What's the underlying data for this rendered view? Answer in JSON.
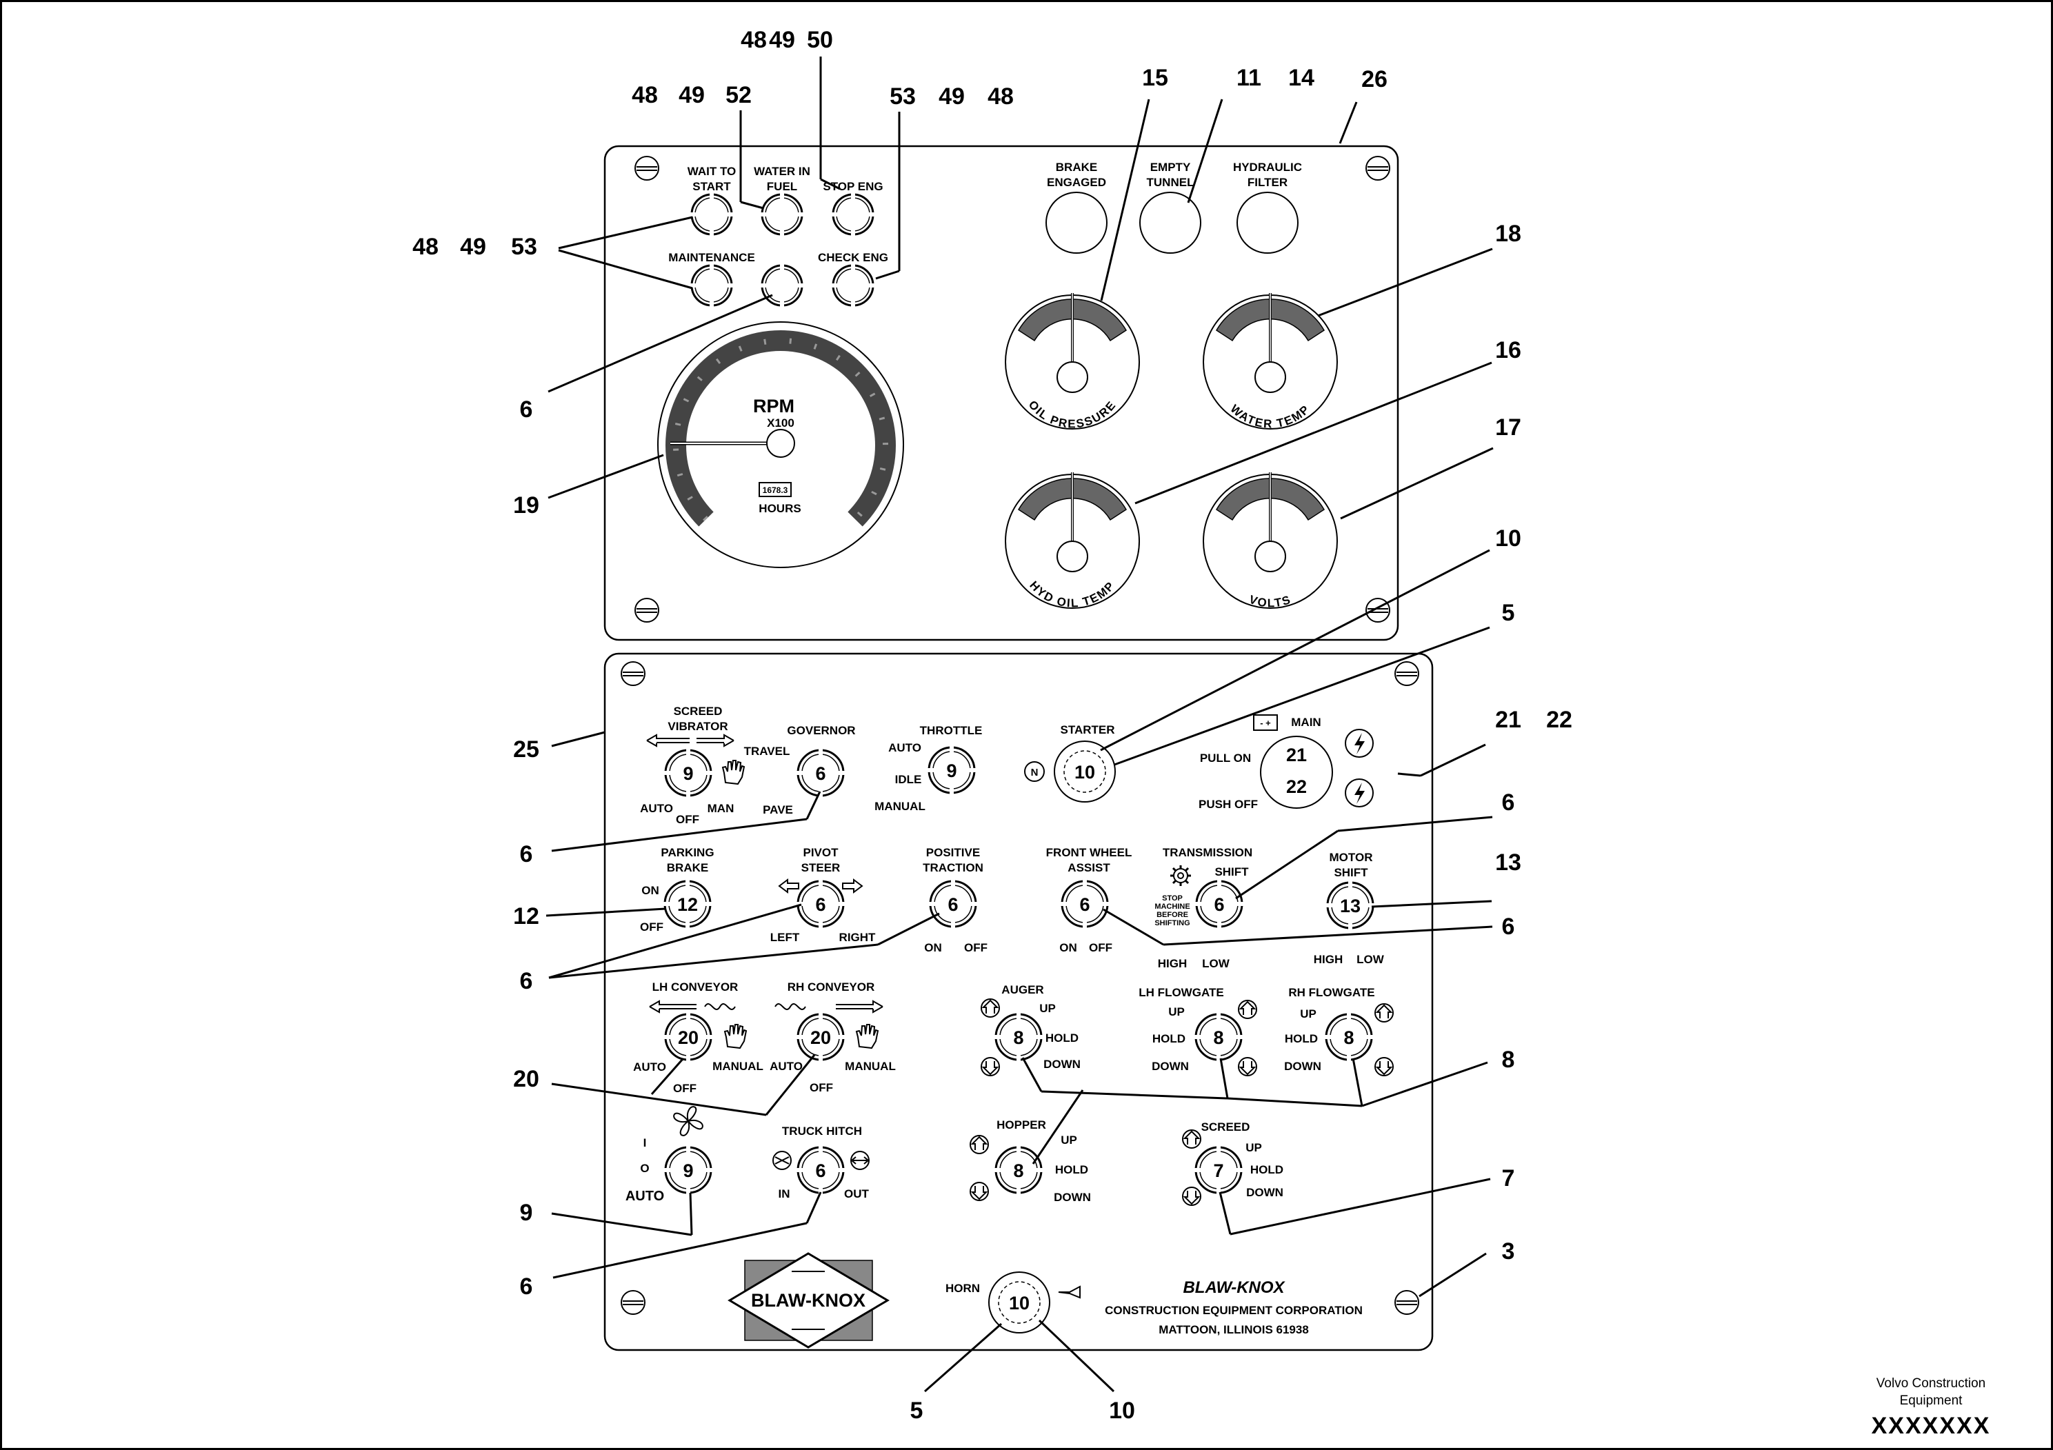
{
  "callouts": [
    {
      "id": "c-48-49-50-top",
      "parts": [
        "48",
        "49",
        "50"
      ]
    },
    {
      "id": "c-48-49-52",
      "parts": [
        "48",
        "49",
        "52"
      ]
    },
    {
      "id": "c-53-49-48",
      "parts": [
        "53",
        "49",
        "48"
      ]
    },
    {
      "id": "c-48-49-53",
      "parts": [
        "48",
        "49",
        "53"
      ]
    },
    {
      "id": "c-15",
      "parts": [
        "15"
      ]
    },
    {
      "id": "c-11-14",
      "parts": [
        "11",
        "14"
      ]
    },
    {
      "id": "c-26",
      "parts": [
        "26"
      ]
    },
    {
      "id": "c-18",
      "parts": [
        "18"
      ]
    },
    {
      "id": "c-16",
      "parts": [
        "16"
      ]
    },
    {
      "id": "c-17",
      "parts": [
        "17"
      ]
    },
    {
      "id": "c-10-upper",
      "parts": [
        "10"
      ]
    },
    {
      "id": "c-5-upper",
      "parts": [
        "5"
      ]
    },
    {
      "id": "c-21-22",
      "parts": [
        "21",
        "22"
      ]
    },
    {
      "id": "c-6-upper",
      "parts": [
        "6"
      ]
    },
    {
      "id": "c-19",
      "parts": [
        "19"
      ]
    },
    {
      "id": "c-25",
      "parts": [
        "25"
      ]
    },
    {
      "id": "c-6-governor",
      "parts": [
        "6"
      ]
    },
    {
      "id": "c-12",
      "parts": [
        "12"
      ]
    },
    {
      "id": "c-6-transmission",
      "parts": [
        "6"
      ]
    },
    {
      "id": "c-13",
      "parts": [
        "13"
      ]
    },
    {
      "id": "c-6-front-wheel",
      "parts": [
        "6"
      ]
    },
    {
      "id": "c-6-pivot",
      "parts": [
        "6"
      ]
    },
    {
      "id": "c-20",
      "parts": [
        "20"
      ]
    },
    {
      "id": "c-8",
      "parts": [
        "8"
      ]
    },
    {
      "id": "c-7",
      "parts": [
        "7"
      ]
    },
    {
      "id": "c-9",
      "parts": [
        "9"
      ]
    },
    {
      "id": "c-6-hitch",
      "parts": [
        "6"
      ]
    },
    {
      "id": "c-3",
      "parts": [
        "3"
      ]
    },
    {
      "id": "c-5-horn",
      "parts": [
        "5"
      ]
    },
    {
      "id": "c-10-horn",
      "parts": [
        "10"
      ]
    }
  ],
  "upper_panel": {
    "warning_lights": [
      {
        "id": "wait-to-start",
        "label": [
          "WAIT TO",
          "START"
        ]
      },
      {
        "id": "water-in-fuel",
        "label": [
          "WATER IN",
          "FUEL"
        ]
      },
      {
        "id": "stop-eng",
        "label": [
          "STOP ENG"
        ]
      },
      {
        "id": "maintenance",
        "label": [
          "MAINTENANCE"
        ]
      },
      {
        "id": "blank",
        "label": []
      },
      {
        "id": "check-eng",
        "label": [
          "CHECK ENG"
        ]
      }
    ],
    "indicator_lamps": [
      {
        "id": "brake-engaged",
        "label": [
          "BRAKE",
          "ENGAGED"
        ]
      },
      {
        "id": "empty-tunnel",
        "label": [
          "EMPTY",
          "TUNNEL"
        ]
      },
      {
        "id": "hydraulic-filter",
        "label": [
          "HYDRAULIC",
          "FILTER"
        ]
      }
    ],
    "tachometer": {
      "title": "RPM",
      "multiplier": "X100",
      "hours_value": "1678.3",
      "hours_label": "HOURS"
    },
    "gauges": [
      {
        "id": "oil-pressure",
        "label": "OIL PRESSURE"
      },
      {
        "id": "water-temp",
        "label": "WATER TEMP"
      },
      {
        "id": "hyd-oil-temp",
        "label": "HYD OIL TEMP"
      },
      {
        "id": "volts",
        "label": "VOLTS"
      }
    ]
  },
  "lower_panel": {
    "screed_vibrator": {
      "title": [
        "SCREED",
        "VIBRATOR"
      ],
      "num": "9",
      "positions": [
        "AUTO",
        "OFF",
        "MAN"
      ]
    },
    "governor": {
      "title": "GOVERNOR",
      "num": "6",
      "positions": [
        "TRAVEL",
        "PAVE"
      ]
    },
    "throttle": {
      "title": "THROTTLE",
      "num": "9",
      "positions": [
        "AUTO",
        "IDLE",
        "MANUAL"
      ]
    },
    "starter": {
      "title": "STARTER",
      "num": "10",
      "neutral": "N"
    },
    "main": {
      "title": "MAIN",
      "battery": "- +",
      "num_top": "21",
      "num_bottom": "22",
      "pull": "PULL ON",
      "push": "PUSH OFF"
    },
    "parking_brake": {
      "title": [
        "PARKING",
        "BRAKE"
      ],
      "num": "12",
      "positions": [
        "ON",
        "OFF"
      ]
    },
    "pivot_steer": {
      "title": [
        "PIVOT",
        "STEER"
      ],
      "num": "6",
      "positions": [
        "LEFT",
        "RIGHT"
      ]
    },
    "positive_traction": {
      "title": [
        "POSITIVE",
        "TRACTION"
      ],
      "num": "6",
      "positions": [
        "ON",
        "OFF"
      ]
    },
    "front_wheel_assist": {
      "title": [
        "FRONT WHEEL",
        "ASSIST"
      ],
      "num": "6",
      "positions": [
        "ON",
        "OFF"
      ]
    },
    "transmission": {
      "title": "TRANSMISSION",
      "shift": "SHIFT",
      "num": "6",
      "note": [
        "STOP",
        "MACHINE",
        "BEFORE",
        "SHIFTING"
      ],
      "positions": [
        "HIGH",
        "LOW"
      ]
    },
    "motor_shift": {
      "title": [
        "MOTOR",
        "SHIFT"
      ],
      "num": "13",
      "positions": [
        "HIGH",
        "LOW"
      ]
    },
    "lh_conveyor": {
      "title": "LH CONVEYOR",
      "num": "20",
      "positions": [
        "AUTO",
        "OFF",
        "MANUAL"
      ]
    },
    "rh_conveyor": {
      "title": "RH CONVEYOR",
      "num": "20",
      "positions": [
        "AUTO",
        "OFF",
        "MANUAL"
      ]
    },
    "auger": {
      "title": "AUGER",
      "num": "8",
      "positions": [
        "UP",
        "HOLD",
        "DOWN"
      ]
    },
    "lh_flowgate": {
      "title": "LH FLOWGATE",
      "num": "8",
      "positions": [
        "UP",
        "HOLD",
        "DOWN"
      ]
    },
    "rh_flowgate": {
      "title": "RH FLOWGATE",
      "num": "8",
      "positions": [
        "UP",
        "HOLD",
        "DOWN"
      ]
    },
    "fan": {
      "num": "9",
      "positions": [
        "I",
        "O",
        "AUTO"
      ]
    },
    "truck_hitch": {
      "title": "TRUCK HITCH",
      "num": "6",
      "positions": [
        "IN",
        "OUT"
      ]
    },
    "hopper": {
      "title": "HOPPER",
      "num": "8",
      "positions": [
        "UP",
        "HOLD",
        "DOWN"
      ]
    },
    "screed": {
      "title": "SCREED",
      "num": "7",
      "positions": [
        "UP",
        "HOLD",
        "DOWN"
      ]
    },
    "horn": {
      "title": "HORN",
      "num": "10"
    },
    "logo": "BLAW-KNOX",
    "brand": "BLAW-KNOX",
    "corporation": "CONSTRUCTION EQUIPMENT CORPORATION",
    "address": "MATTOON, ILLINOIS  61938"
  },
  "footer": {
    "company": [
      "Volvo Construction",
      "Equipment"
    ],
    "code": "XXXXXXX"
  }
}
